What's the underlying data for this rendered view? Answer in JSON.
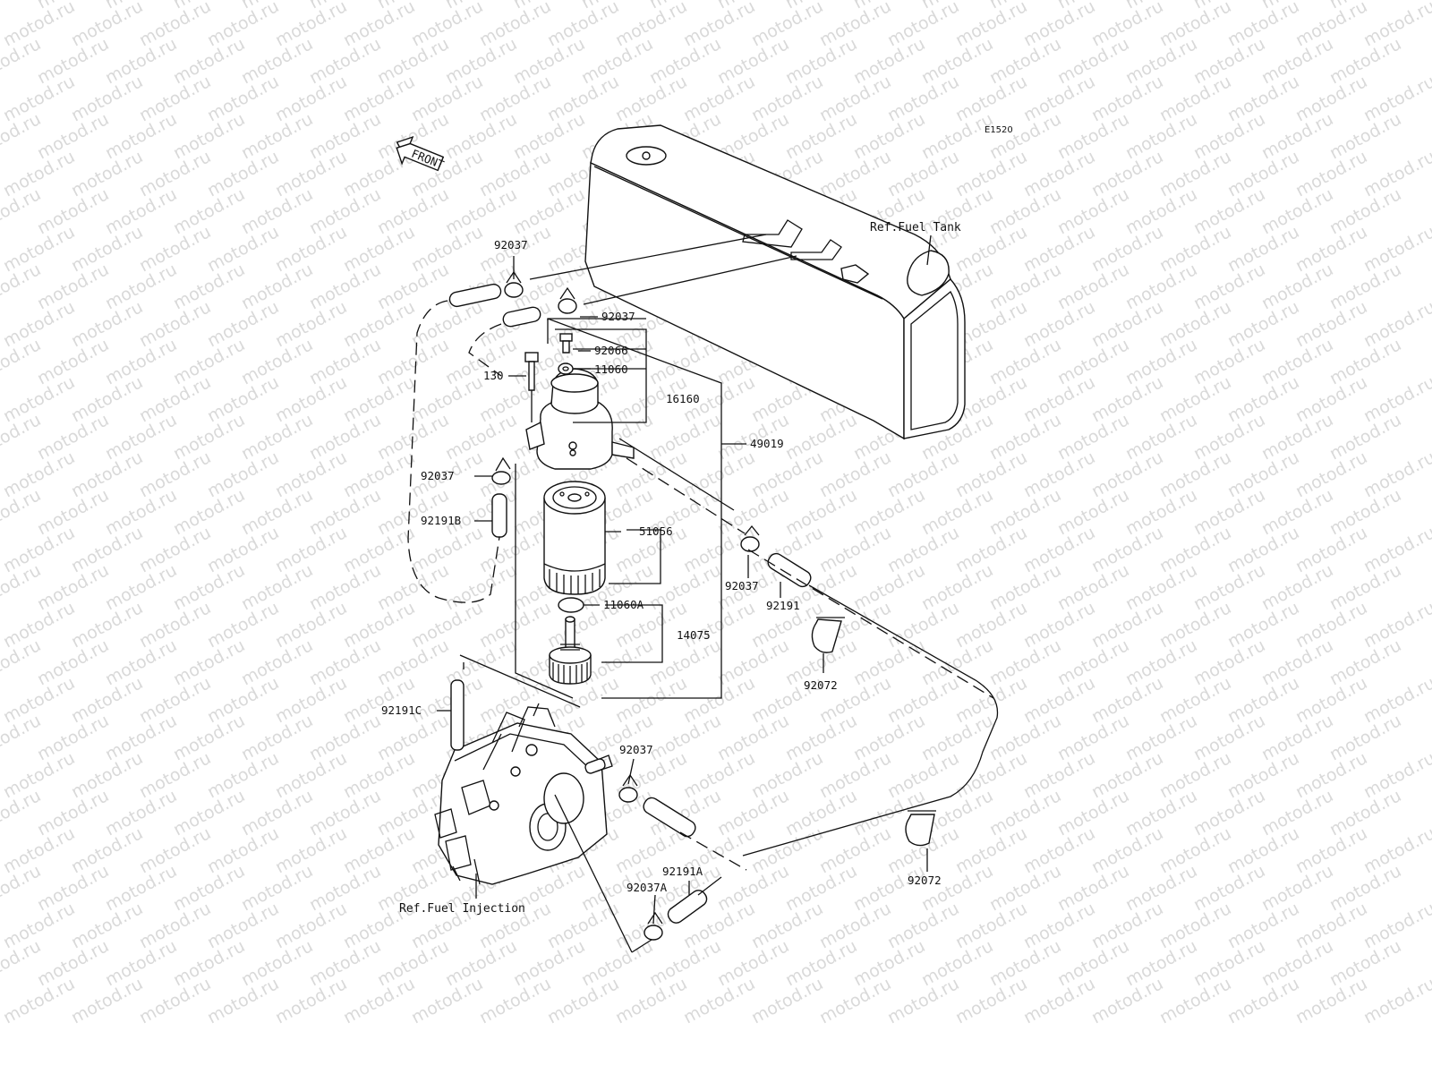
{
  "watermark": "motod.ru",
  "diagram_code": "E1520",
  "front_label": "FRONT",
  "references": {
    "fuel_tank": "Ref.Fuel Tank",
    "fuel_injection": "Ref.Fuel Injection"
  },
  "callouts": {
    "c92037_a": "92037",
    "c92037_b": "92037",
    "c92066": "92066",
    "c130": "130",
    "c11060": "11060",
    "c16160": "16160",
    "c49019": "49019",
    "c92037_c": "92037",
    "c92191B": "92191B",
    "c51056": "51056",
    "c92037_d": "92037",
    "c92191": "92191",
    "c11060A": "11060A",
    "c14075": "14075",
    "c92072_a": "92072",
    "c92191C": "92191C",
    "c92037_e": "92037",
    "c92191A": "92191A",
    "c92037A": "92037A",
    "c92072_b": "92072"
  },
  "colors": {
    "line": "#111111",
    "watermark": "#d9d9d9",
    "background": "#ffffff"
  }
}
